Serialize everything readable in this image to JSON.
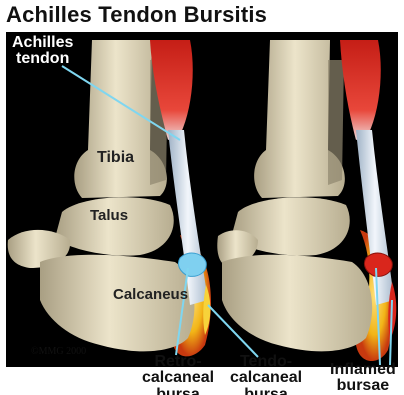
{
  "title": "Achilles Tendon Bursitis",
  "labels": {
    "achilles_tendon": "Achilles\ntendon",
    "tibia": "Tibia",
    "talus": "Talus",
    "calcaneus": "Calcaneus",
    "retrocalcaneal_bursa": "Retro-\ncalcaneal\nbursa",
    "tendocalcaneal_bursa": "Tendo-\ncalcaneal\nbursa",
    "inflamed_bursae": "Inflamed\nbursae"
  },
  "copyright": "©MMG 2000",
  "colors": {
    "background": "#000000",
    "bone": "#e7dec3",
    "tendon": "#d9e4f0",
    "muscle": "#d9261c",
    "bursa_normal": "#7fd0f0",
    "bursa_inflamed": "#d9261c",
    "soft_tissue_glow": "#f2b517"
  }
}
